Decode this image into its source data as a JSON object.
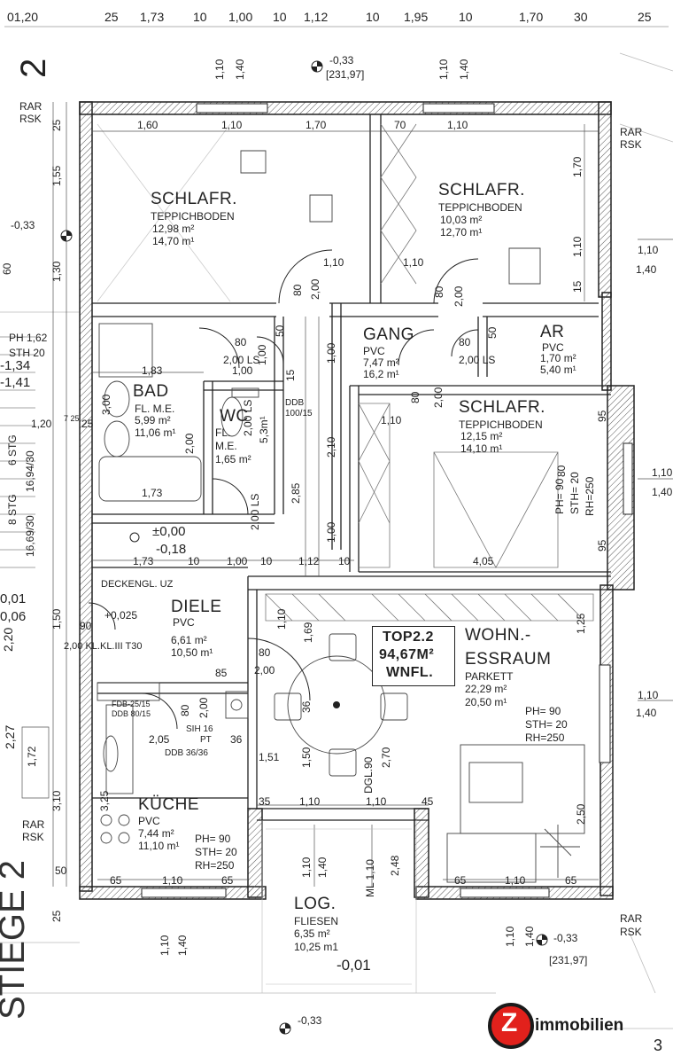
{
  "rooms": {
    "schlaf1": {
      "name": "SCHLAFR.",
      "floor": "TEPPICHBODEN",
      "area": "12,98 m²",
      "perim": "14,70 m¹"
    },
    "schlaf2": {
      "name": "SCHLAFR.",
      "floor": "TEPPICHBODEN",
      "area": "10,03 m²",
      "perim": "12,70 m¹"
    },
    "gang": {
      "name": "GANG",
      "floor": "PVC",
      "area": "7,47 m²",
      "perim": "16,2 m¹"
    },
    "ar": {
      "name": "AR",
      "floor": "PVC",
      "area": "1,70 m²",
      "perim": "5,40 m¹"
    },
    "bad": {
      "name": "BAD",
      "floor": "FL. M.E.",
      "area": "5,99 m²",
      "perim": "11,06 m¹"
    },
    "wc": {
      "name": "WC",
      "floor1": "FL.",
      "floor2": "M.E.",
      "area": "1,65 m²",
      "perim": "5,3m¹"
    },
    "schlaf3": {
      "name": "SCHLAFR.",
      "floor": "TEPPICHBODEN",
      "area": "12,15 m²",
      "perim": "14,10 m¹"
    },
    "diele": {
      "name": "DIELE",
      "floor": "PVC",
      "area": "6,61 m²",
      "perim": "10,50 m¹"
    },
    "wohn": {
      "name1": "WOHN.-",
      "name2": "ESSRAUM",
      "floor": "PARKETT",
      "area": "22,29 m²",
      "perim": "20,50 m¹"
    },
    "kueche": {
      "name": "KÜCHE",
      "floor": "PVC",
      "area": "7,44 m²",
      "perim": "11,10 m¹"
    },
    "log": {
      "name": "LOG.",
      "floor": "FLIESEN",
      "area": "6,35 m²",
      "perim": "10,25 m1"
    }
  },
  "top": {
    "line1": "TOP2.2",
    "line2": "94,67M²",
    "line3": "WNFL."
  },
  "sheet_number": "2",
  "heights": {
    "ph90a": "PH= 90",
    "sth20a": "STH= 20",
    "rh250a": "RH=250",
    "ph90b": "PH= 90",
    "sth20b": "STH= 20",
    "rh250b": "RH=250",
    "ph90c": "PH= 90",
    "sth20c": "STH= 20",
    "rh250c": "RH=250"
  },
  "top_dims": [
    "2",
    "01,20",
    "25",
    "1,73",
    "10",
    "1,00",
    "10",
    "1,12",
    "10",
    "1,95",
    "10",
    "1,70",
    "30",
    "25"
  ],
  "labels": {
    "m033a": "-0,33",
    "m033b": "-0,33",
    "m033c": "-0,33",
    "m033d": "-0,33",
    "coord1": "[231,97]",
    "coord2": "[231,97]",
    "rar1": "RAR",
    "rsk1": "RSK",
    "rar2": "RAR",
    "rsk2": "RSK",
    "rar3": "RAR",
    "rsk3": "RSK",
    "rar4": "RAR",
    "rsk4": "RSK",
    "ph162": "PH 1,62",
    "sth20": "STH 20",
    "m134": "-1,34",
    "m141": "-1,41",
    "stg1": "6 STG",
    "stg1b": "16,94/30",
    "stg2": "8 STG",
    "stg2b": "16,69/30",
    "p000": "±0,00",
    "m018": "-0,18",
    "m001": "-0,01",
    "p0025": "+0,025",
    "a001": "0,01",
    "a006": "0,06",
    "deckengl": "DECKENGL. UZ",
    "kl": "2,00 KL.KL.III T30",
    "ddb1": "DDB",
    "ddb2": "100/15",
    "fdb": "FDB-25/15",
    "ddb80": "DDB 80/15",
    "sih": "SIH 16",
    "pt": "PT",
    "ddb36": "DDB 36/36",
    "dgl": "DGL.90",
    "ml": "ML 1,10",
    "ls1": "2,00 LS",
    "ls2": "2,00 LS",
    "ls3": "2,00 LS",
    "ls4": "2,00 LS",
    "stiege": "STIEGE 2",
    "d3": "3"
  },
  "dims": {
    "d160": "1,60",
    "d110a": "1,10",
    "d170": "1,70",
    "d70": "70",
    "d110b": "1,10",
    "d110c": "1,10",
    "d110d": "1,10",
    "d183": "1,83",
    "d100a": "1,00",
    "d80a": "80",
    "d50a": "50",
    "d120": "1,20",
    "d725": "7 25",
    "d25a": "25",
    "d300": "3,00",
    "d200a": "2,00",
    "d173a": "1,73",
    "d173b": "1,73",
    "d10a": "10",
    "d100b": "1,00",
    "d10b": "10",
    "d112": "1,12",
    "d10c": "10",
    "d405": "4,05",
    "d110e": "1,10",
    "d80b": "80",
    "d200b": "2,00",
    "d95a": "95",
    "d95b": "95",
    "d90": "90",
    "d85": "85",
    "d80c": "80",
    "d200c": "2,00",
    "d205": "2,05",
    "d36a": "36",
    "d151": "1,51",
    "d150": "1,50",
    "d270": "2,70",
    "d35": "35",
    "d110f": "1,10",
    "d110g": "1,10",
    "d45": "45",
    "d65a": "65",
    "d110h": "1,10",
    "d65b": "65",
    "d65c": "65",
    "d110i": "1,10",
    "d65d": "65",
    "d125": "1,25",
    "d250": "2,50",
    "d110j": "1,10",
    "d140a": "1,40",
    "d110k": "1,10",
    "d140b": "1,40",
    "d110l": "1,10",
    "d140c": "1,40",
    "d110m": "1,10",
    "d140d": "1,40",
    "d248": "2,48",
    "d110n": "1,10",
    "d140e": "1,40",
    "d285": "2,85",
    "d210": "2,10",
    "d100c": "1,00",
    "d200d": "2,00",
    "d80d": "80",
    "d200e": "2,00",
    "d80e": "80",
    "d200f": "2,00",
    "d100d": "1,00",
    "d110o": "1,10",
    "d110p": "1,10",
    "d80f": "80",
    "d50b": "50",
    "d100e": "1,00",
    "d15": "15",
    "d169": "1,69",
    "d80g": "80",
    "d110q": "1,10",
    "d36b": "36",
    "d200g": "2,00",
    "d80h": "80",
    "d155": "1,55",
    "d25b": "25",
    "d130": "1,30",
    "d60": "60",
    "d150b": "1,50",
    "d220": "2,20",
    "d227": "2,27",
    "d172": "1,72",
    "d310": "3,10",
    "d325": "3,25",
    "d50c": "50",
    "d25c": "25",
    "d110r": "1,10",
    "d140f": "1,40",
    "d110s": "1,10",
    "d140g": "1,40",
    "d170b": "1,70",
    "d110t": "1,10",
    "d15b": "15",
    "d80i": "80",
    "d200h": "2,00",
    "d90b": "90",
    "d20": "20",
    "d110u": "1,10"
  },
  "logo": {
    "text": "immobilien",
    "letter": "Z"
  }
}
